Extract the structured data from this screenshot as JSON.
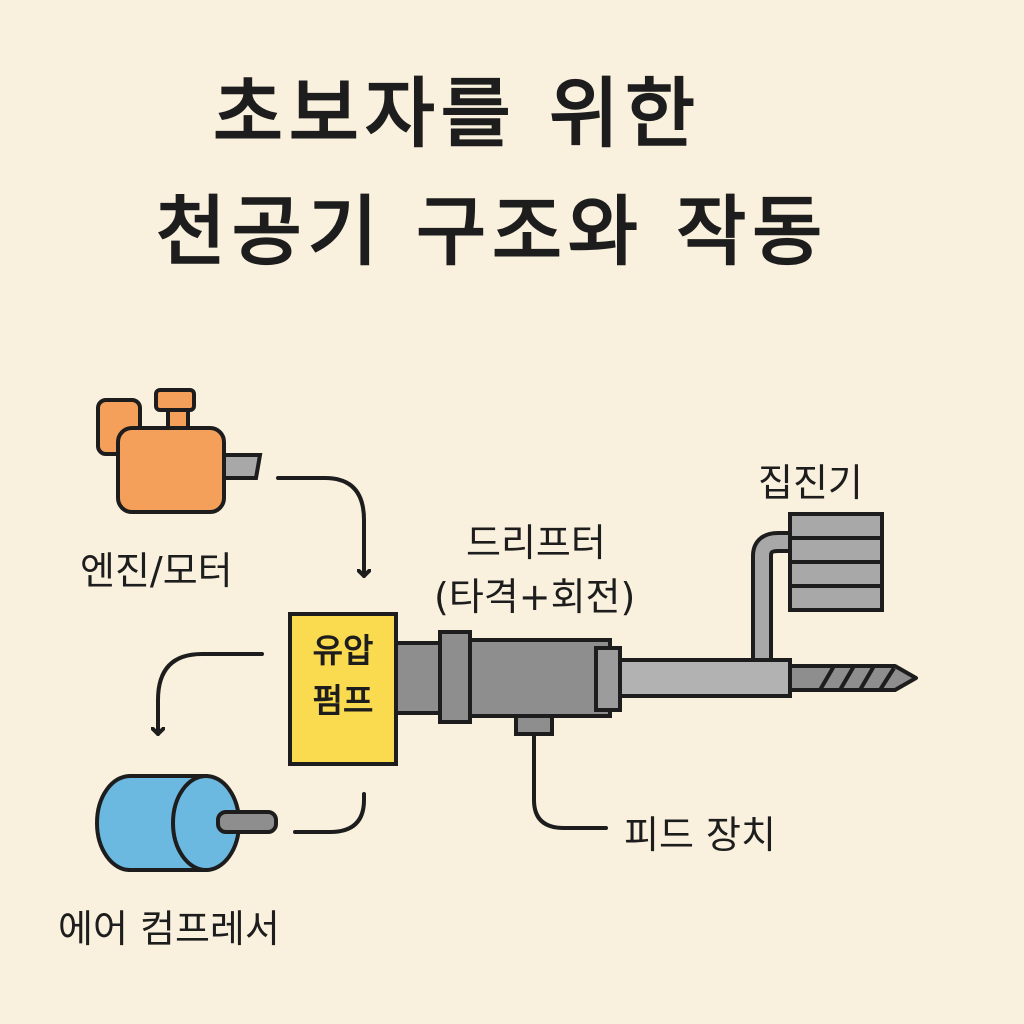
{
  "title": {
    "line1": "초보자를 위한",
    "line2": "천공기 구조와 작동"
  },
  "labels": {
    "engine": "엔진/모터",
    "compressor": "에어 컴프레서",
    "drifter_line1": "드리프터",
    "drifter_line2": "(타격+회전)",
    "dust_collector": "집진기",
    "feed": "피드 장치",
    "pump_line1": "유압",
    "pump_line2": "펌프"
  },
  "colors": {
    "background": "#f9f0dd",
    "engine": "#f5a05a",
    "pump": "#fadb50",
    "compressor": "#6bb8e0",
    "drill_body": "#8e8e8e",
    "outline": "#1d1d1d"
  },
  "icons": [
    "engine-icon",
    "hydraulic-pump-icon",
    "air-compressor-icon",
    "drifter-icon",
    "drill-bit-icon",
    "dust-collector-icon"
  ]
}
